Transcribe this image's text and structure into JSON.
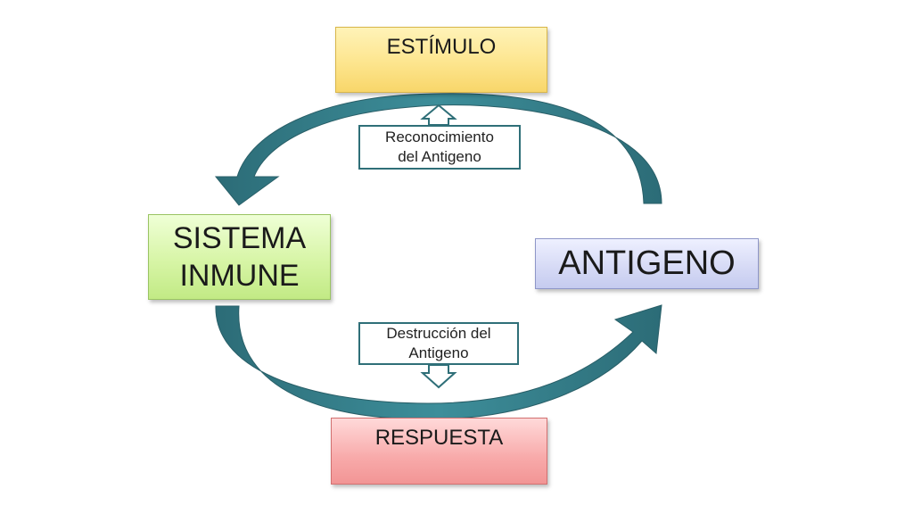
{
  "nodes": {
    "estimulo": "ESTÍMULO",
    "sistema_inmune_line1": "SISTEMA",
    "sistema_inmune_line2": "INMUNE",
    "antigeno": "ANTIGENO",
    "respuesta": "RESPUESTA"
  },
  "edges": {
    "reconocimiento_line1": "Reconocimiento",
    "reconocimiento_line2": "del Antigeno",
    "destruccion_line1": "Destrucción del",
    "destruccion_line2": "Antigeno"
  },
  "colors": {
    "arrow": "#2f7480",
    "estimulo_fill": "#fde58e",
    "sistema_fill": "#d7f5a6",
    "antigeno_fill": "#d5d9f5",
    "respuesta_fill": "#f8aaaa"
  }
}
